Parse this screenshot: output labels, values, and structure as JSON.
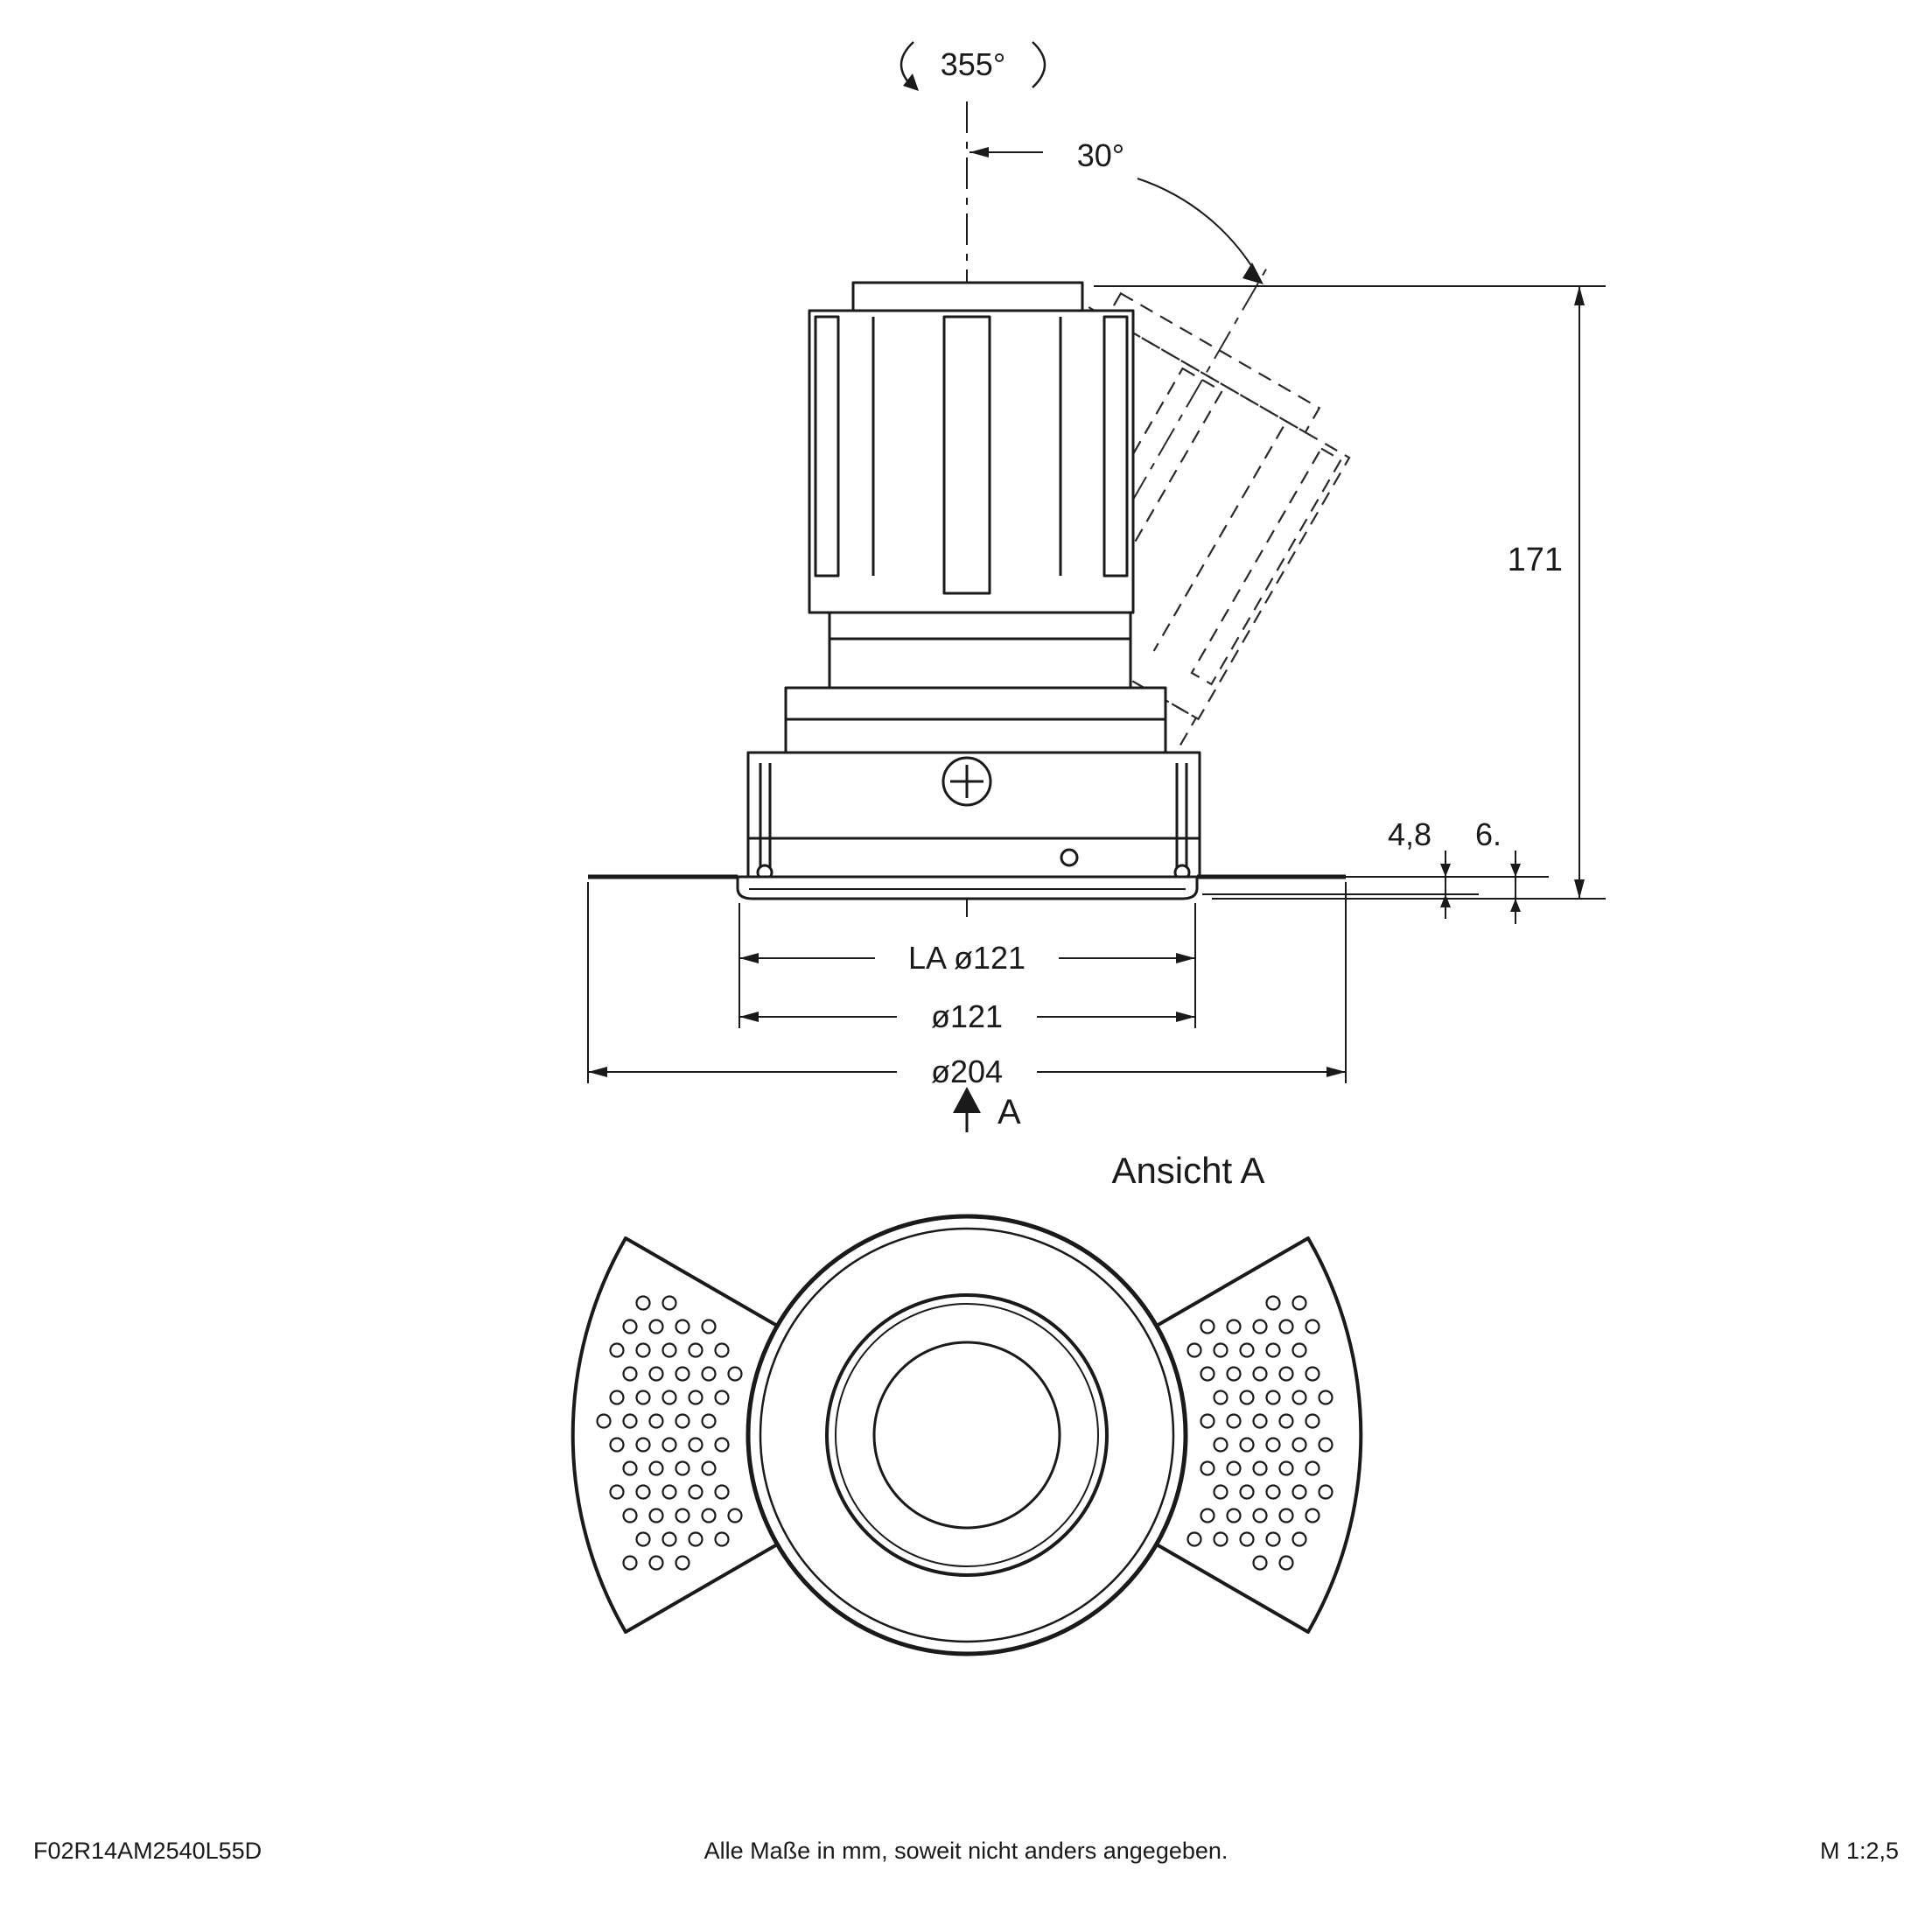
{
  "drawing": {
    "annotations": {
      "rotation": "355°",
      "tilt": "30°",
      "height": "171",
      "trim_thickness": "4,8",
      "recess_depth": "6.",
      "la_diameter": "LA ø121",
      "cutout_diameter": "ø121",
      "outer_diameter": "ø204",
      "section_arrow": "A",
      "view_title": "Ansicht A"
    },
    "colors": {
      "line": "#1a1a1a",
      "background": "#ffffff"
    }
  },
  "footer": {
    "article_number": "F02R14AM2540L55D",
    "note": "Alle Maße in mm, soweit nicht anders angegeben.",
    "scale": "M 1:2,5"
  }
}
